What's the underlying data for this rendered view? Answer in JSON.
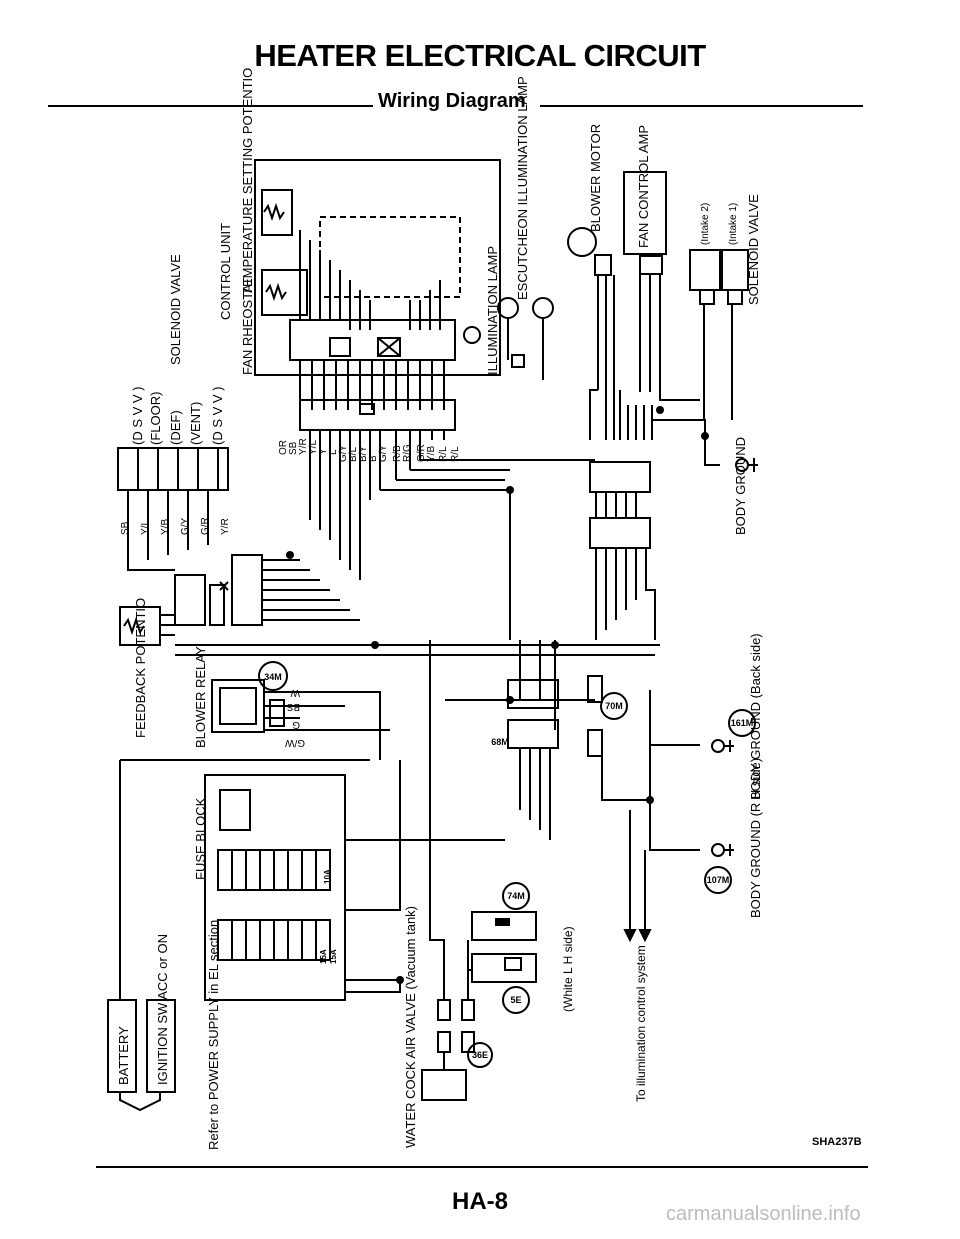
{
  "header": {
    "title": "HEATER ELECTRICAL CIRCUIT",
    "subtitle": "Wiring Diagram"
  },
  "components": {
    "control_unit": "CONTROL UNIT",
    "fan_rheostat": "FAN RHEOSTAT",
    "temp_potentio": "TEMPERATURE SETTING POTENTIO",
    "illumination_lamp": "ILLUMINATION LAMP",
    "escutcheon_lamp": "ESCUTCHEON ILLUMINATION LAMP",
    "blower_motor": "BLOWER MOTOR",
    "fan_control_amp": "FAN CONTROL AMP",
    "solenoid_valve_right": "SOLENOID VALVE",
    "intake2": "(Intake 2)",
    "intake1": "(Intake 1)",
    "solenoid_valve_left": "SOLENOID VALVE",
    "dsvv_top": "(D S V V )",
    "floor": "(FLOOR)",
    "def": "(DEF)",
    "vent": "(VENT)",
    "dsvv_bottom": "(D S V V )",
    "feedback_potentio": "FEEDBACK POTENTIO",
    "blower_relay": "BLOWER RELAY",
    "fuse_block": "FUSE BLOCK",
    "battery": "BATTERY",
    "ignition_sw": "IGNITION SW ACC or ON",
    "power_supply_ref": "Refer to POWER SUPPLY in EL section",
    "water_cock": "WATER COCK AIR VALVE (Vacuum tank)",
    "white_lh": "(White L H side)",
    "to_illumination": "To illumination control system",
    "body_ground_1": "BODY GROUND",
    "body_ground_2": "BODY GROUND (Back side)",
    "body_ground_3": "BODY GROUND (R H side)"
  },
  "connectors": [
    "34M",
    "68M",
    "70M",
    "161M",
    "107M",
    "74M",
    "5E",
    "36E"
  ],
  "fuses": [
    "10A",
    "15A",
    "15A"
  ],
  "wires_left": [
    "SB",
    "Y/L",
    "Y/B",
    "G/Y",
    "G/R",
    "Y/R"
  ],
  "wires_center": [
    "OR",
    "SB",
    "Y/R",
    "Y/L",
    "Y",
    "L",
    "G/Y",
    "B/L",
    "B/Y",
    "B",
    "G/Y",
    "R/B",
    "R/G",
    "G/R",
    "Y/B",
    "R/L",
    "R/L"
  ],
  "wires_blower_relay": [
    "W",
    "BS",
    "G",
    "G/W"
  ],
  "footer": {
    "code": "SHA237B",
    "page": "HA-8",
    "watermark": "carmanualsonline.info"
  }
}
